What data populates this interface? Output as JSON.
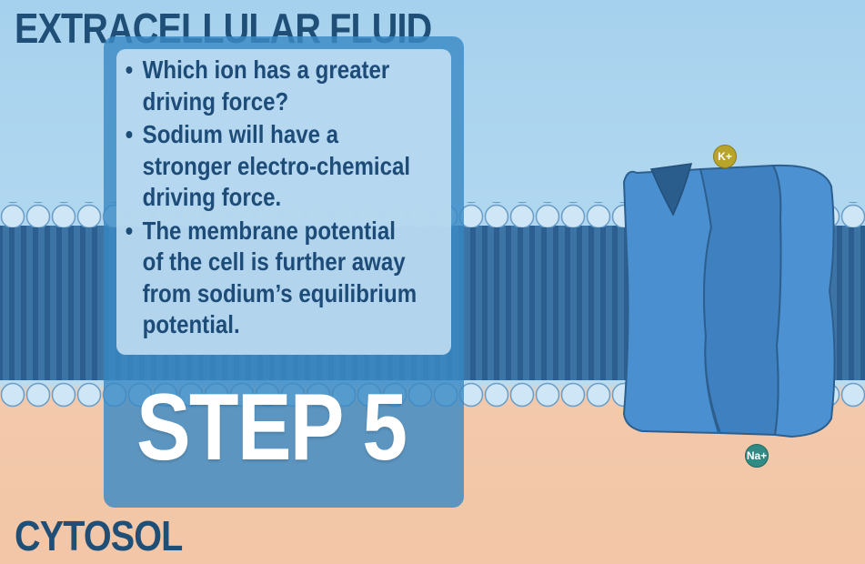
{
  "diagram": {
    "regions": {
      "top_label": "EXTRACELLULAR FLUID",
      "bottom_label": "CYTOSOL"
    },
    "bullets": [
      "Which ion has a greater driving force?",
      "Sodium will have a stronger electro-chemical driving force.",
      "The membrane potential of the cell is further away from sodium’s equilibrium potential."
    ],
    "step_label": "STEP 5",
    "ions": {
      "potassium": "K+",
      "sodium": "Na+"
    },
    "colors": {
      "extracellular": "#a9d3ef",
      "cytosol": "#f3c9ac",
      "membrane": "#3d74a6",
      "channel": "#4a8fd0",
      "panel": "#3a8ac4",
      "text": "#1d4c78",
      "potassium_ion": "#b8a42a",
      "sodium_ion": "#2f8b83"
    }
  }
}
